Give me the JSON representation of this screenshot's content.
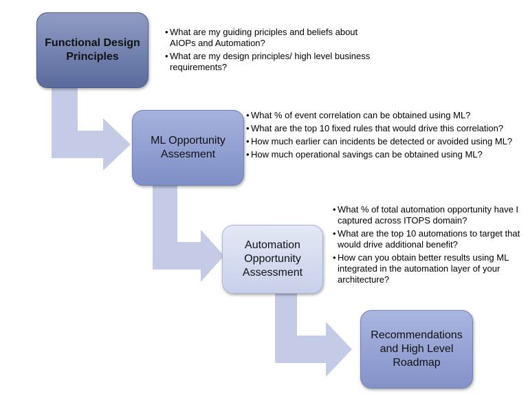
{
  "steps": [
    {
      "lines": [
        "Functional Design",
        "Principles"
      ]
    },
    {
      "lines": [
        "ML Opportunity",
        "Assesment"
      ]
    },
    {
      "lines": [
        "Automation",
        "Opportunity",
        "Assessment"
      ]
    },
    {
      "lines": [
        "Recommendations",
        "and High Level",
        "Roadmap"
      ]
    }
  ],
  "questions": [
    [
      "What are my guiding priciples and beliefs about AIOPs and Automation?",
      "What are my design principles/ high level business requirements?"
    ],
    [
      "What % of event correlation can be obtained using ML?",
      "What are the top 10 fixed rules that would drive this correlation?",
      "How much earlier can incidents be detected or avoided using ML?",
      "How much operational savings can be obtained using ML?"
    ],
    [
      "What % of total automation opportunity have I captured across ITOPS domain?",
      "What are the top 10 automations to target that would drive additional benefit?",
      "How can you obtain better results using ML integrated in the automation layer of your architecture?"
    ]
  ],
  "colors": {
    "arrow": "#c3cbe7",
    "text": "#111111"
  }
}
